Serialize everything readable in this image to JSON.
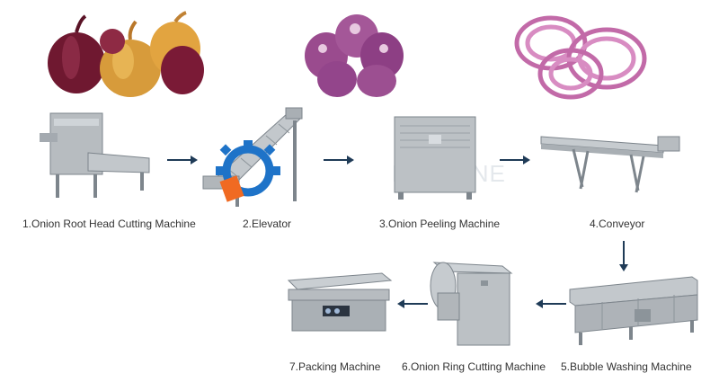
{
  "steps": [
    {
      "label": "1.Onion Root Head Cutting Machine"
    },
    {
      "label": "2.Elevator"
    },
    {
      "label": "3.Onion Peeling Machine"
    },
    {
      "label": "4.Conveyor"
    },
    {
      "label": "5.Bubble Washing Machine"
    },
    {
      "label": "6.Onion Ring Cutting Machine"
    },
    {
      "label": "7.Packing Machine"
    }
  ],
  "watermark": {
    "text": "MACHINE"
  },
  "colors": {
    "arrow": "#1f3b57",
    "steel": "#b7bcc0",
    "steel_dark": "#7d858c",
    "onion_red": "#7a1b33",
    "onion_gold": "#d39a3a",
    "onion_purple": "#9b4a8f",
    "logo_blue": "#1e73c8",
    "logo_orange": "#f06a22"
  }
}
